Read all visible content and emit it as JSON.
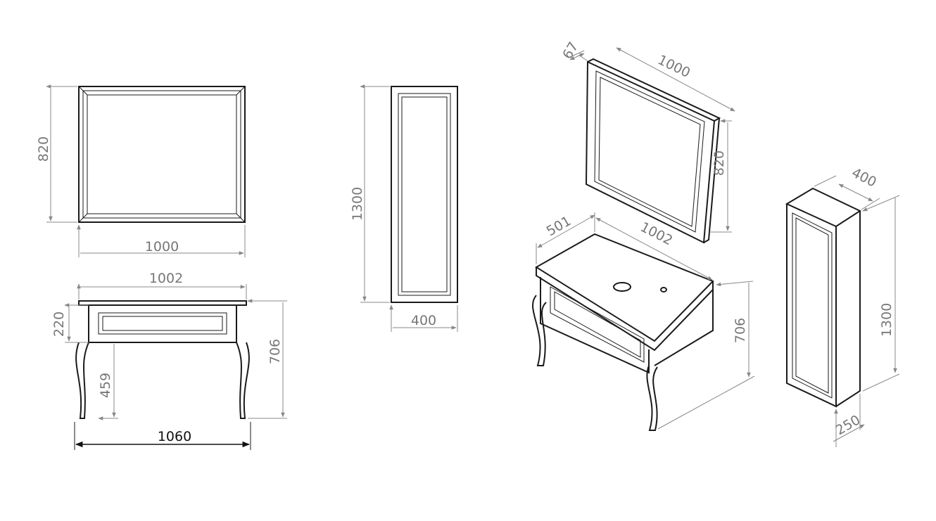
{
  "front_views": {
    "mirror": {
      "height": "820",
      "width": "1000"
    },
    "vanity": {
      "top_width": "1002",
      "drawer_height": "220",
      "leg_height": "459",
      "total_height": "706",
      "overall_width": "1060"
    },
    "column": {
      "height": "1300",
      "width": "400"
    }
  },
  "iso_views": {
    "mirror": {
      "depth": "67",
      "width": "1000",
      "height": "820"
    },
    "vanity": {
      "depth": "501",
      "width": "1002",
      "height": "706"
    },
    "column": {
      "width": "400",
      "height": "1300",
      "depth": "250"
    }
  }
}
